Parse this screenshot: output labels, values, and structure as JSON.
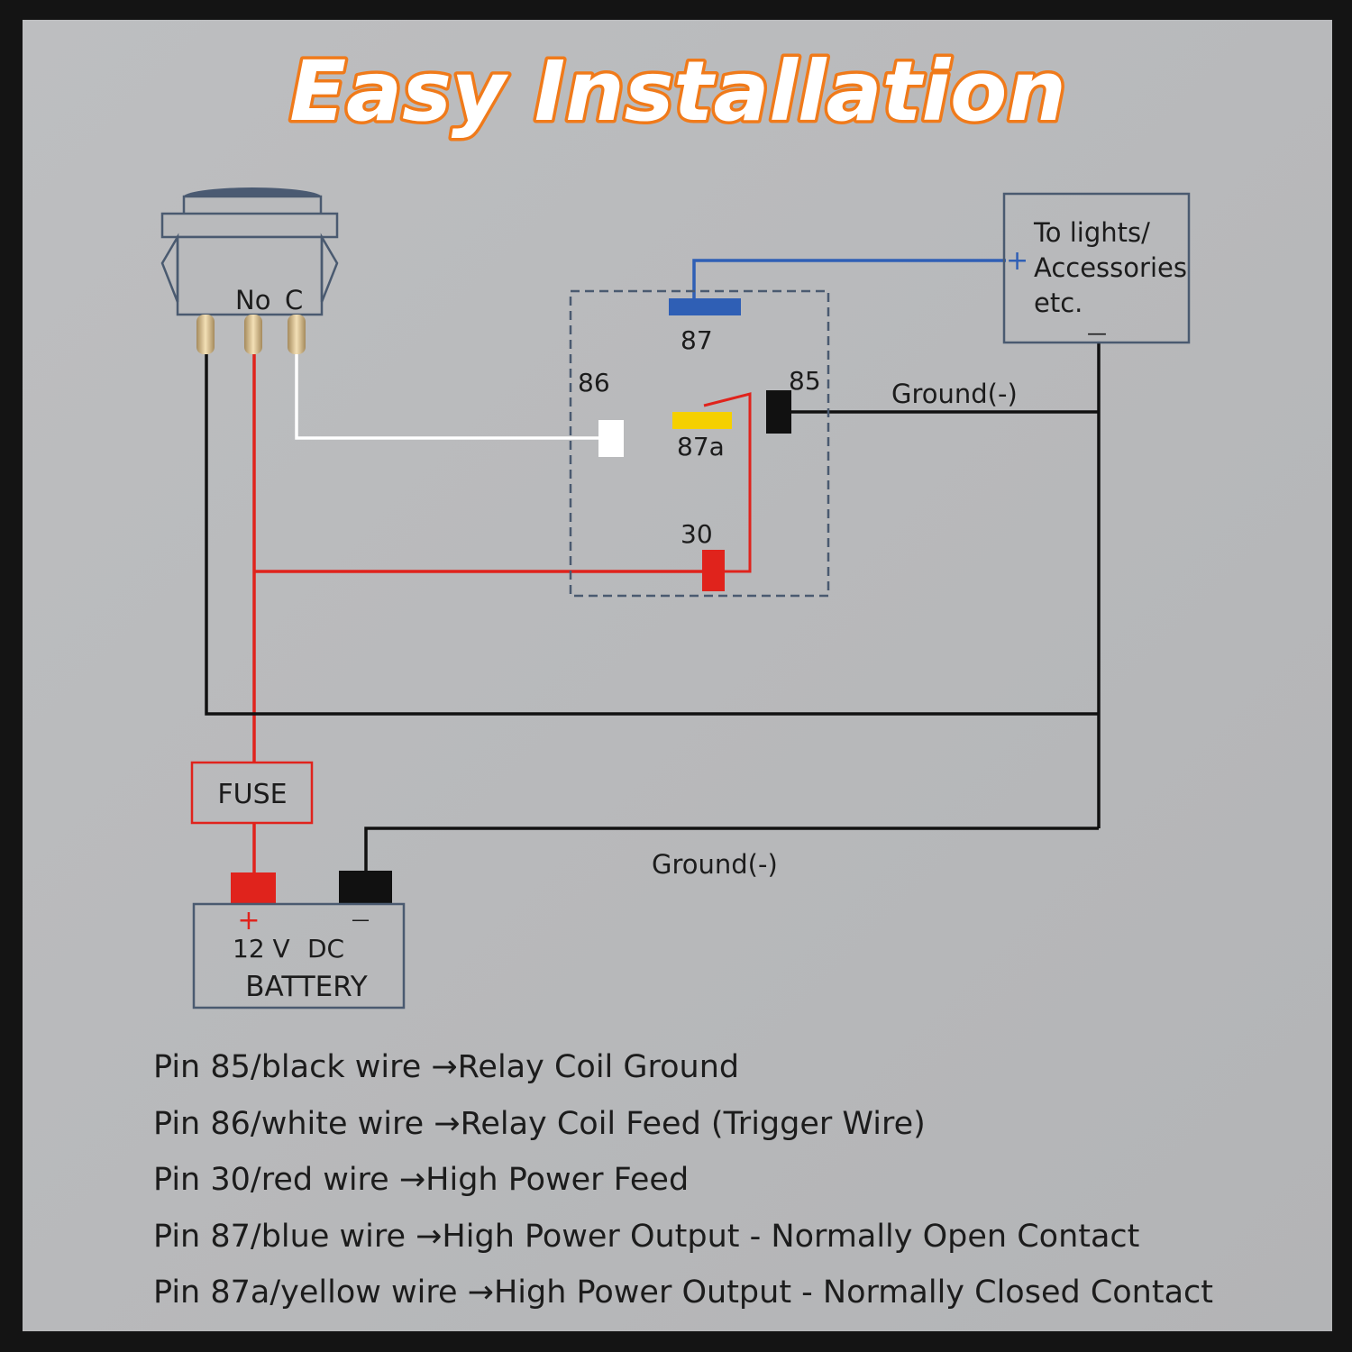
{
  "title": "Easy Installation",
  "switch": {
    "no_label": "No",
    "c_label": "C"
  },
  "relay": {
    "pin_87": "87",
    "pin_86": "86",
    "pin_85": "85",
    "pin_87a": "87a",
    "pin_30": "30"
  },
  "accessories": {
    "line1": "To lights/",
    "line2": "Accessories",
    "line3": "etc.",
    "plus": "+",
    "minus": "—"
  },
  "ground_upper": "Ground(-)",
  "ground_lower": "Ground(-)",
  "fuse": "FUSE",
  "battery": {
    "plus": "+",
    "minus": "—",
    "voltage": "12 V",
    "type": "DC",
    "label": "BATTERY"
  },
  "legend": [
    "Pin 85/black wire →Relay Coil Ground",
    "Pin 86/white wire →Relay Coil Feed (Trigger Wire)",
    "Pin 30/red wire →High Power Feed",
    "Pin 87/blue wire →High Power Output - Normally Open Contact",
    "Pin 87a/yellow wire →High Power Output - Normally Closed Contact"
  ],
  "colors": {
    "panel_bg": "#b9babc",
    "title_fill": "#ffffff",
    "title_outline": "#f07a1a",
    "red_wire": "#e0231c",
    "black_wire": "#111111",
    "white_wire": "#ffffff",
    "blue_wire": "#2f5fb5",
    "yellow_terminal": "#f5d000",
    "box_outline": "#4a5a70"
  }
}
